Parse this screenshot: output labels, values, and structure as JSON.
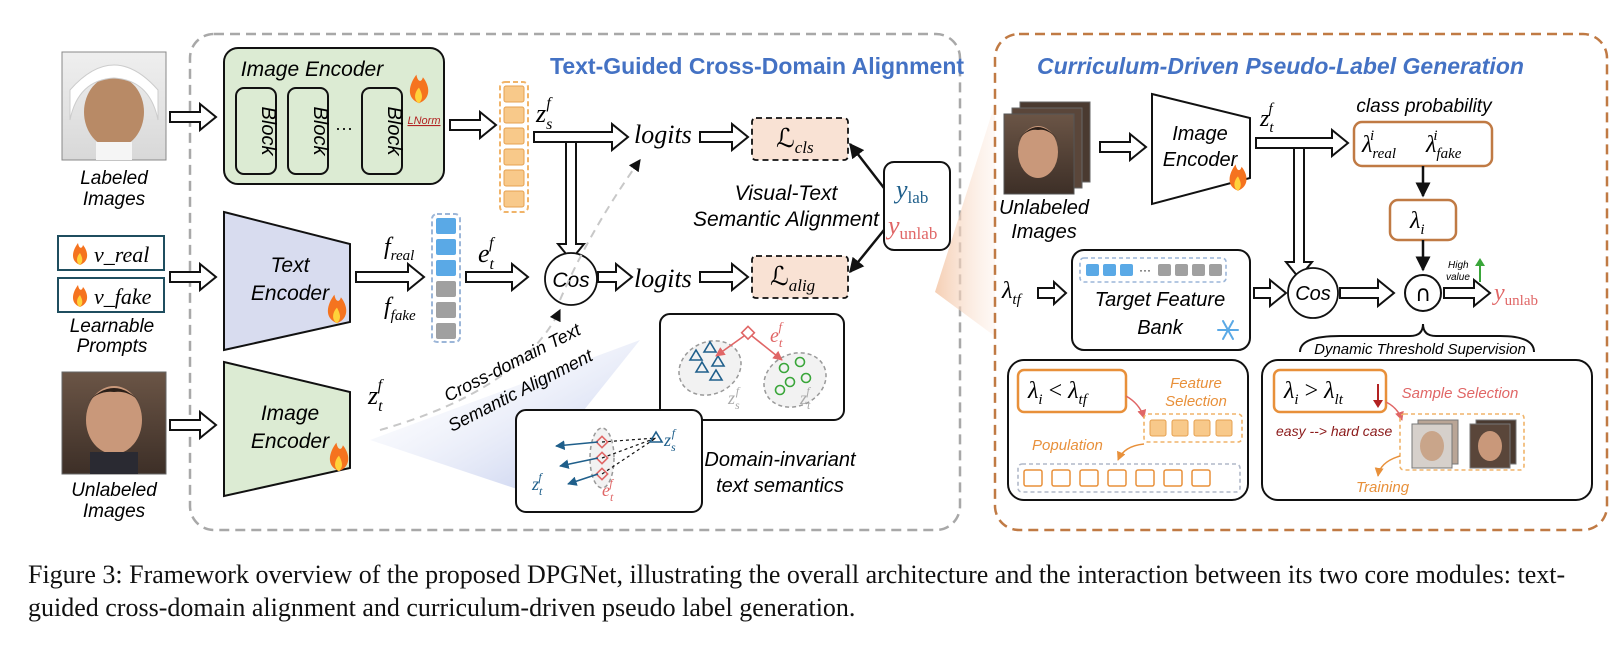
{
  "left_panel": {
    "title": "Text-Guided Cross-Domain Alignment"
  },
  "right_panel": {
    "title": "Curriculum-Driven Pseudo-Label Generation"
  },
  "inputs": {
    "labeled": [
      "Labeled",
      "Images"
    ],
    "unlabeled": [
      "Unlabeled",
      "Images"
    ],
    "prompt_real": "v_real",
    "prompt_fake": "v_fake",
    "learnable": [
      "Learnable",
      "Prompts"
    ]
  },
  "encoders": {
    "image_encoder": "Image Encoder",
    "block": "Block",
    "ellipsis": "···",
    "lnorm": "LNorm",
    "text_encoder": [
      "Text",
      "Encoder"
    ],
    "image_encoder_2": [
      "Image",
      "Encoder"
    ]
  },
  "symbols": {
    "z_s_f": "z_s^f",
    "z_t_f": "z_t^f",
    "e_t_f": "e_t^f",
    "f_real": "f_real",
    "f_fake": "f_fake",
    "cos": "Cos",
    "logits": "logits",
    "loss_cls": "ℒ_cls",
    "loss_alig": "ℒ_alig",
    "y_lab": "y_lab",
    "y_unlab": "y_unlab"
  },
  "annotations": {
    "visual_text": [
      "Visual-Text",
      "Semantic Alignment"
    ],
    "cross_domain": [
      "Cross-domain Text",
      "Semantic Alignment"
    ],
    "domain_invariant": [
      "Domain-invariant",
      "text semantics"
    ]
  },
  "right": {
    "unlabeled": [
      "Unlabeled",
      "Images"
    ],
    "image_encoder": [
      "Image",
      "Encoder"
    ],
    "class_probability": "class probability",
    "lambda_pair": "λ_real^i  λ_fake^i",
    "lambda_i": "λ_i",
    "lambda_tf": "λ_tf",
    "target_feature_bank": [
      "Target Feature",
      "Bank"
    ],
    "cos": "Cos",
    "high_value": [
      "High",
      "value"
    ],
    "y_unlab": "y_unlab",
    "dynamic_threshold": "Dynamic Threshold Supervision",
    "cond_left": "λ_i < λ_tf",
    "feature_selection": [
      "Feature",
      "Selection"
    ],
    "population": "Population",
    "cond_right": "λ_i > λ_lt",
    "sample_selection": "Sample Selection",
    "easy_hard": "easy --> hard case",
    "training": "Training"
  },
  "caption": "Figure 3: Framework overview of the proposed DPGNet, illustrating the overall architecture and the interaction between its two core modules: text-guided cross-domain alignment and curriculum-driven pseudo label generation.",
  "colors": {
    "blue_title": "#4472c4",
    "orange_border": "#c07a44",
    "green_fill": "#dcebd3",
    "lavender_fill": "#d8dcef",
    "peach_fill": "#f9e2d4",
    "orange_cell": "#f8c98a",
    "blue_cell": "#5aa9e6",
    "gray_cell": "#a0a0a0",
    "y_lab": "#1f5f8b",
    "y_unlab": "#e06666"
  }
}
